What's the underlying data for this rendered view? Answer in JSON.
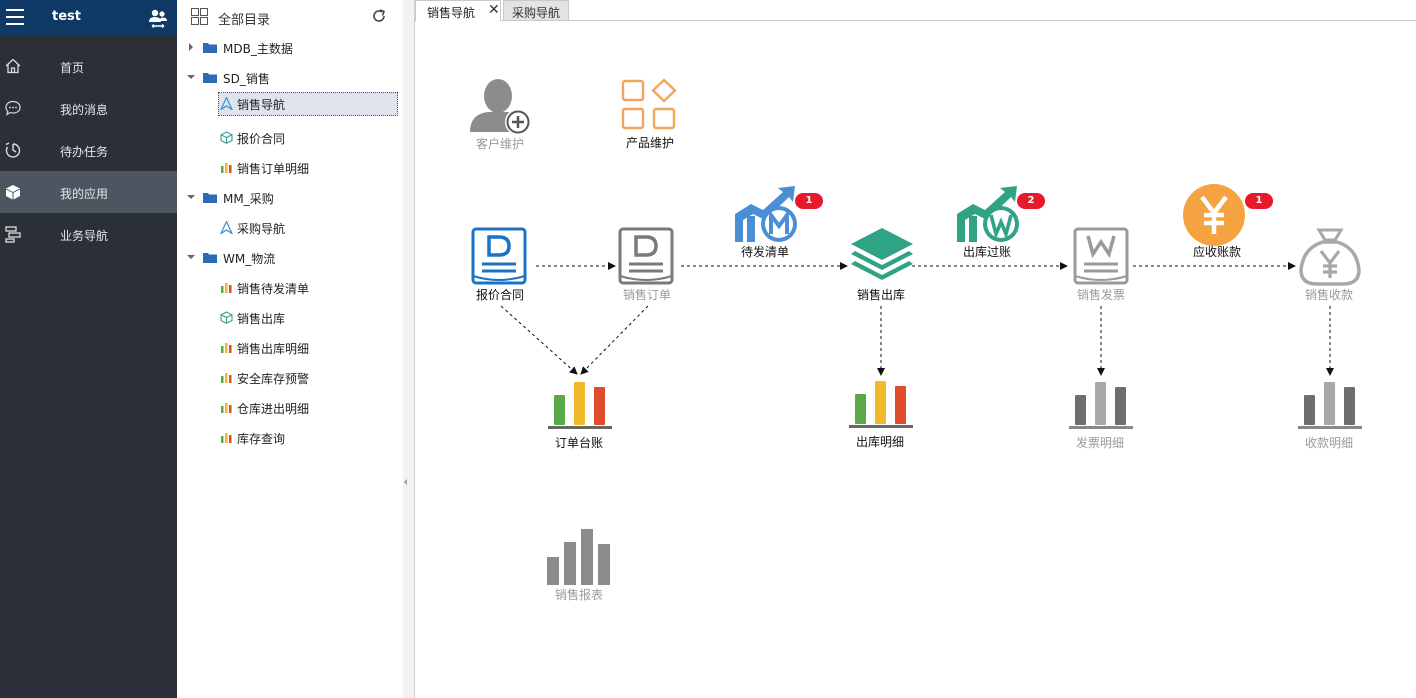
{
  "app": {
    "user": "test"
  },
  "sidebar": {
    "items": [
      {
        "label": "首页"
      },
      {
        "label": "我的消息"
      },
      {
        "label": "待办任务"
      },
      {
        "label": "我的应用"
      },
      {
        "label": "业务导航"
      }
    ]
  },
  "tree": {
    "title": "全部目录",
    "nodes": [
      {
        "label": "MDB_主数据"
      },
      {
        "label": "SD_销售",
        "children": [
          {
            "label": "销售导航",
            "icon": "navigation-icon"
          },
          {
            "label": "报价合同",
            "icon": "cube-icon"
          },
          {
            "label": "销售订单明细",
            "icon": "bar-chart-icon"
          }
        ]
      },
      {
        "label": "MM_采购",
        "children": [
          {
            "label": "采购导航",
            "icon": "navigation-icon"
          }
        ]
      },
      {
        "label": "WM_物流",
        "children": [
          {
            "label": "销售待发清单",
            "icon": "bar-chart-icon"
          },
          {
            "label": "销售出库",
            "icon": "cube-icon"
          },
          {
            "label": "销售出库明细",
            "icon": "bar-chart-icon"
          },
          {
            "label": "安全库存预警",
            "icon": "bar-chart-icon"
          },
          {
            "label": "仓库进出明细",
            "icon": "bar-chart-icon"
          },
          {
            "label": "库存查询",
            "icon": "bar-chart-icon"
          }
        ]
      }
    ]
  },
  "tabs": [
    {
      "label": "销售导航"
    },
    {
      "label": "采购导航"
    }
  ],
  "close_glyph": "✕",
  "nav": {
    "customer": "客户维护",
    "product": "产品维护",
    "quote": "报价合同",
    "order": "销售订单",
    "pending": "待发清单",
    "pending_badge": "1",
    "outbound": "销售出库",
    "posting": "出库过账",
    "posting_badge": "2",
    "invoice": "销售发票",
    "receivable": "应收账款",
    "receivable_badge": "1",
    "receipt": "销售收款",
    "order_ledger": "订单台账",
    "outbound_detail": "出库明细",
    "invoice_detail": "发票明细",
    "receipt_detail": "收款明细",
    "report": "销售报表"
  },
  "colors": {
    "sidebar_bg": "#2b2f38",
    "header_bg": "#0f3a66",
    "active_bg": "#4d5561",
    "quote_blue": "#1a73c8",
    "teal": "#2fa384",
    "orange": "#f5a340",
    "badge": "#e8192c",
    "gray_icon": "#8c8c8c"
  }
}
